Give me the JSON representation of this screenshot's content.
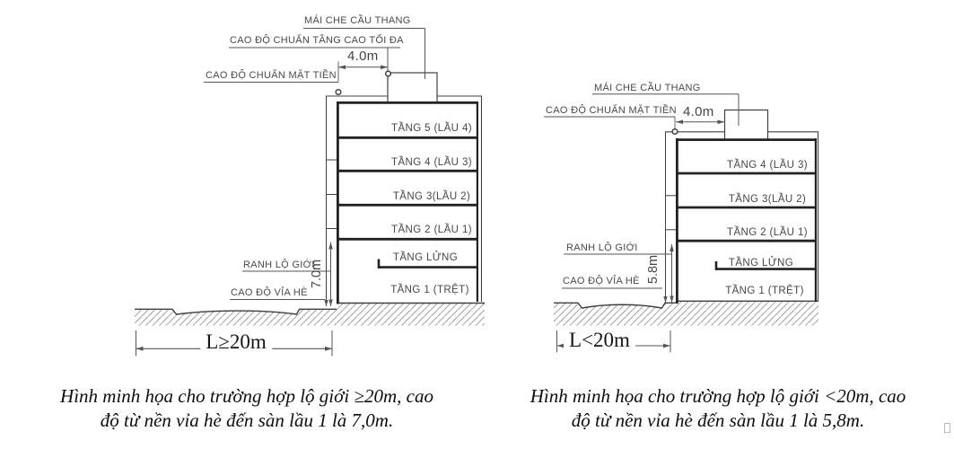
{
  "left": {
    "labels": {
      "stair_cover": "MÁI CHE CẦU THANG",
      "max_height": "CAO ĐỘ CHUẨN TẦNG CAO TỐI ĐA",
      "setback": "4.0m",
      "facade": "CAO ĐỘ CHUẨN MẶT TIỀN",
      "boundary": "RANH LỘ GIỚI",
      "sidewalk": "CAO ĐỘ VỈA HÈ",
      "height": "7.0m",
      "width": "L≥20m"
    },
    "floors": [
      "TẦNG 5 (LẦU 4)",
      "TẦNG 4 (LẦU 3)",
      "TẦNG 3(LẦU 2)",
      "TẦNG 2 (LẦU 1)",
      "TẦNG LỬNG",
      "TẦNG 1 (TRỆT)"
    ],
    "caption": [
      "Hình minh họa cho trường hợp lộ giới ≥20m, cao",
      "độ từ nền vỉa hè đến sàn lầu 1 là 7,0m."
    ]
  },
  "right": {
    "labels": {
      "stair_cover": "MÁI CHE CẦU THANG",
      "facade": "CAO ĐỘ CHUẨN MẶT TIỀN",
      "setback": "4.0m",
      "boundary": "RANH LỘ GIỚI",
      "sidewalk": "CAO ĐỘ VỈA HÈ",
      "height": "5.8m",
      "width": "L<20m"
    },
    "floors": [
      "TẦNG 4 (LẦU 3)",
      "TẦNG 3(LẦU 2)",
      "TẦNG 2 (LẦU 1)",
      "TẦNG LỬNG",
      "TẦNG 1 (TRỆT)"
    ],
    "caption": [
      "Hình minh họa cho trường hợp lộ giới <20m, cao",
      "độ từ nền vỉa hè đến sàn lầu 1 là 5,8m."
    ]
  },
  "colors": {
    "thin_line": "#3f3f3f",
    "thick_line": "#222222",
    "leader": "#555555",
    "hatch": "#949494",
    "label_text": "#4a4a4a",
    "caption_text": "#0d0d0d"
  }
}
